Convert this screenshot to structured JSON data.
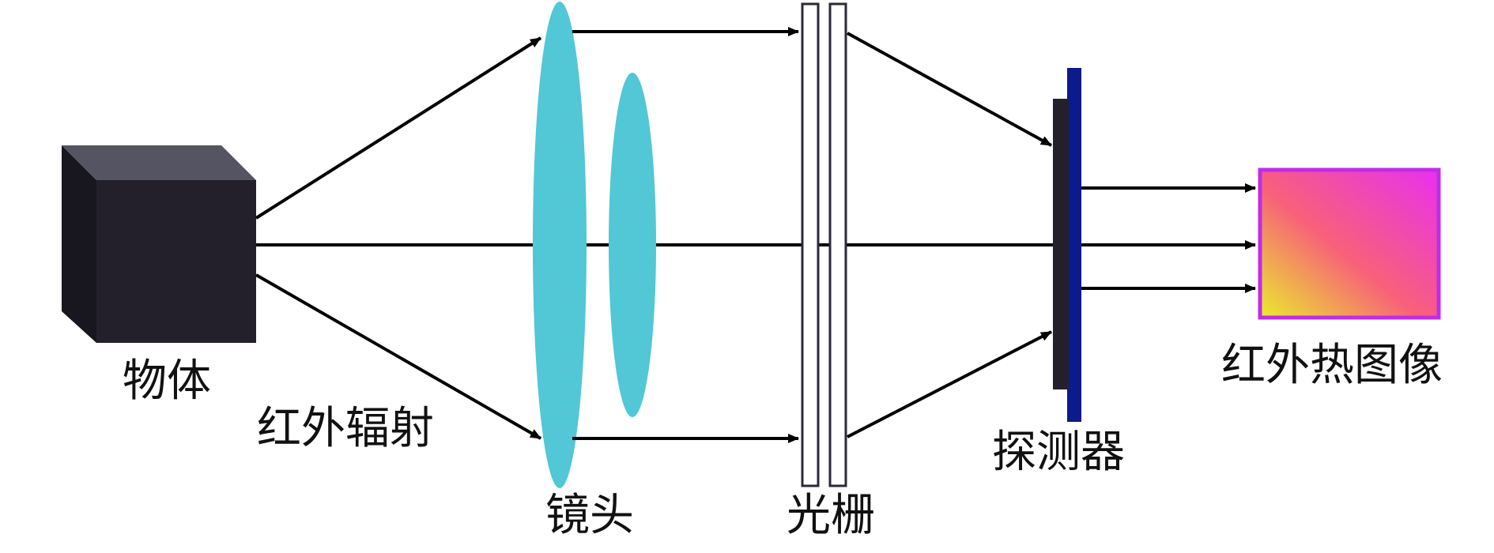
{
  "labels": {
    "object": "物体",
    "radiation": "红外辐射",
    "lens": "镜头",
    "grating": "光栅",
    "detector": "探测器",
    "thermal_image": "红外热图像"
  },
  "colors": {
    "object_front": "#23202c",
    "object_top": "#545463",
    "object_side": "#18161f",
    "lens": "#52c7d6",
    "grating_fill": "#ffffff",
    "grating_stroke": "#2a2a3a",
    "detector_front": "#23202c",
    "detector_back": "#0d1a8c",
    "image_gradient_start": "#eaec2c",
    "image_gradient_mid": "#f8607a",
    "image_gradient_end": "#e830f0",
    "image_border": "#c02ce8",
    "ray": "#000000"
  }
}
